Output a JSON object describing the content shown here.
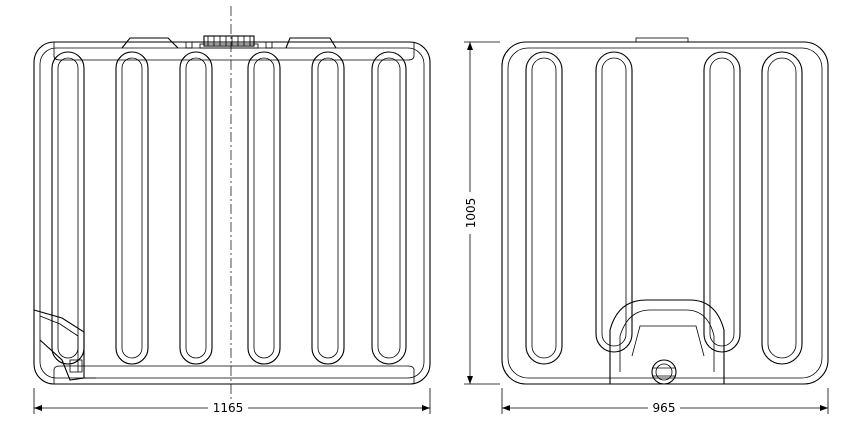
{
  "dimensions": {
    "front_width": "1165",
    "height": "1005",
    "side_width": "965"
  }
}
